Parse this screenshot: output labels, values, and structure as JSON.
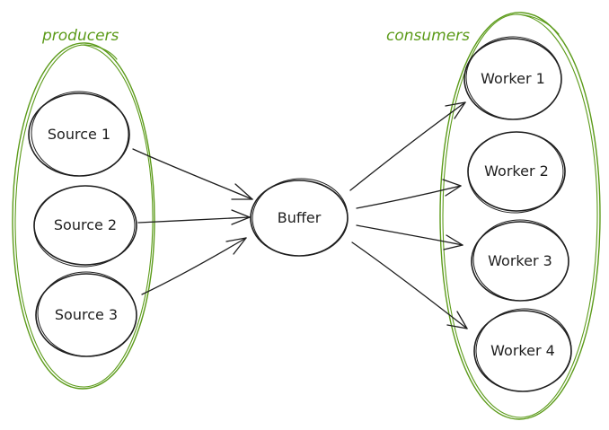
{
  "colors": {
    "ink": "#1e1e1e",
    "group": "#5c9b1a",
    "background": "#ffffff"
  },
  "groups": {
    "producers": {
      "label": "producers"
    },
    "consumers": {
      "label": "consumers"
    }
  },
  "nodes": {
    "source_1": "Source 1",
    "source_2": "Source 2",
    "source_3": "Source 3",
    "buffer": "Buffer",
    "worker_1": "Worker 1",
    "worker_2": "Worker 2",
    "worker_3": "Worker 3",
    "worker_4": "Worker 4"
  },
  "edges": [
    {
      "from": "Source 1",
      "to": "Buffer"
    },
    {
      "from": "Source 2",
      "to": "Buffer"
    },
    {
      "from": "Source 3",
      "to": "Buffer"
    },
    {
      "from": "Buffer",
      "to": "Worker 1"
    },
    {
      "from": "Buffer",
      "to": "Worker 2"
    },
    {
      "from": "Buffer",
      "to": "Worker 3"
    },
    {
      "from": "Buffer",
      "to": "Worker 4"
    }
  ]
}
